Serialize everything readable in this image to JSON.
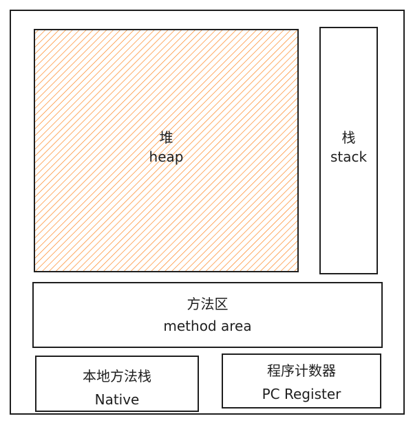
{
  "colors": {
    "stroke": "#1e1e1e",
    "heap_fill": "#fd7e14",
    "background": "#ffffff"
  },
  "heap": {
    "zh": "堆",
    "en": "heap"
  },
  "stack": {
    "zh": "栈",
    "en": "stack"
  },
  "method_area": {
    "zh": "方法区",
    "en": "method area"
  },
  "native": {
    "zh": "本地方法栈",
    "en": "Native"
  },
  "pc_register": {
    "zh": "程序计数器",
    "en": "PC Register"
  }
}
